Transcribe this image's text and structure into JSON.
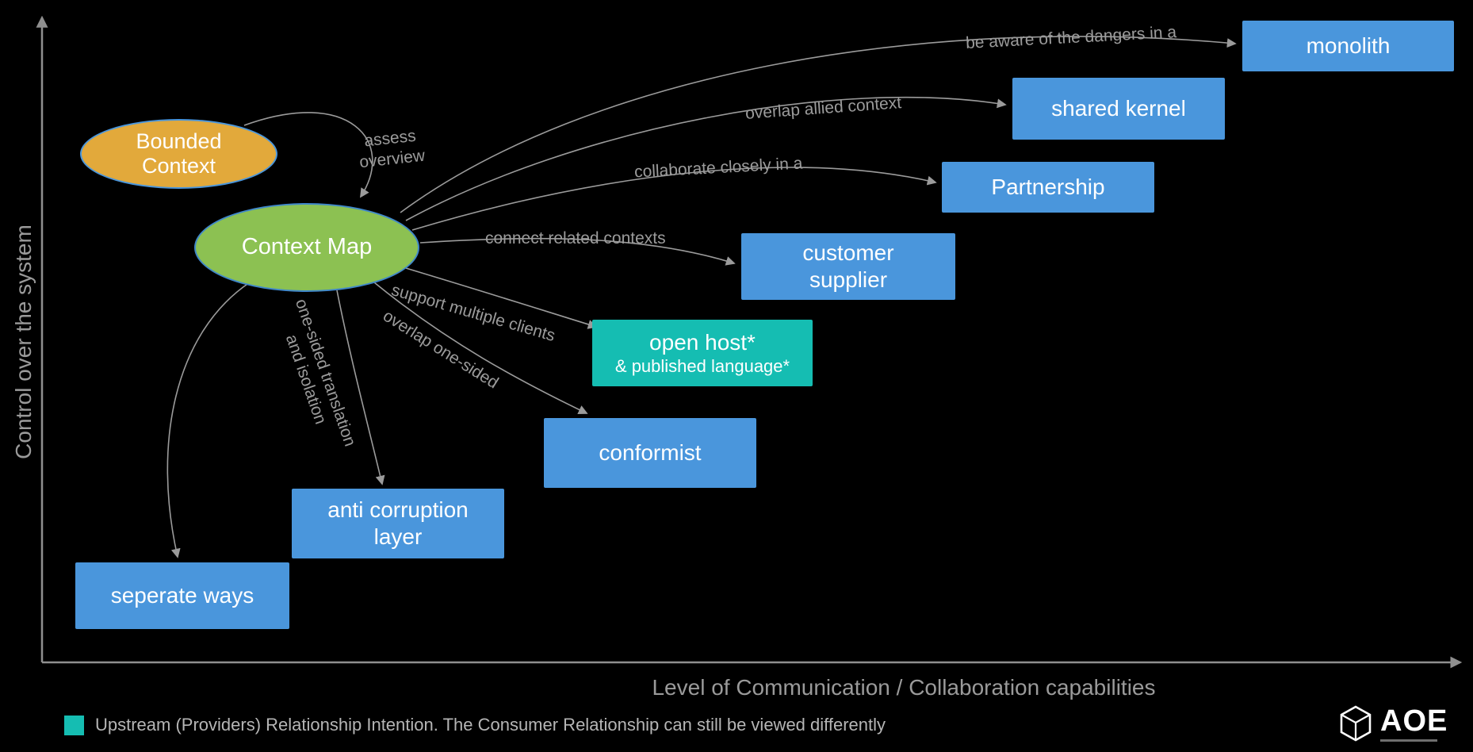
{
  "canvas": {
    "background": "#000000"
  },
  "axes": {
    "y_label": "Control over the system",
    "x_label": "Level of Communication / Collaboration capabilities"
  },
  "ellipses": {
    "bounded_context": {
      "line1": "Bounded",
      "line2": "Context",
      "fill": "#E2A93B",
      "stroke": "#4A96DC"
    },
    "context_map": {
      "label": "Context Map",
      "fill": "#8CC152",
      "stroke": "#3F87C9"
    }
  },
  "boxes": {
    "monolith": {
      "label": "monolith",
      "color": "#4A96DC"
    },
    "shared_kernel": {
      "label": "shared kernel",
      "color": "#4A96DC"
    },
    "partnership": {
      "label": "Partnership",
      "color": "#4A96DC"
    },
    "customer_supplier": {
      "line1": "customer",
      "line2": "supplier",
      "color": "#4A96DC"
    },
    "open_host": {
      "line1": "open host*",
      "line2": "& published language*",
      "color": "#15BDB2"
    },
    "conformist": {
      "label": "conformist",
      "color": "#4A96DC"
    },
    "anti_corruption_layer": {
      "line1": "anti corruption",
      "line2": "layer",
      "color": "#4A96DC"
    },
    "seperate_ways": {
      "label": "seperate ways",
      "color": "#4A96DC"
    }
  },
  "edge_labels": {
    "assess_overview": {
      "line1": "assess",
      "line2": "overview"
    },
    "be_aware": {
      "text": "be aware of the dangers in a"
    },
    "overlap_allied": {
      "text": "overlap allied context"
    },
    "collaborate_closely": {
      "text": "collaborate closely in a"
    },
    "connect_related": {
      "text": "connect related contexts"
    },
    "support_multiple": {
      "text": "support multiple clients"
    },
    "overlap_one_sided": {
      "text": "overlap one-sided"
    },
    "one_sided_translation": {
      "line1": "one-sided translation",
      "line2": "and isolation"
    }
  },
  "legend": {
    "swatch_color": "#15BDB2",
    "text": "Upstream (Providers) Relationship Intention. The Consumer Relationship can still be viewed differently"
  },
  "logo": {
    "text": "AOE"
  }
}
